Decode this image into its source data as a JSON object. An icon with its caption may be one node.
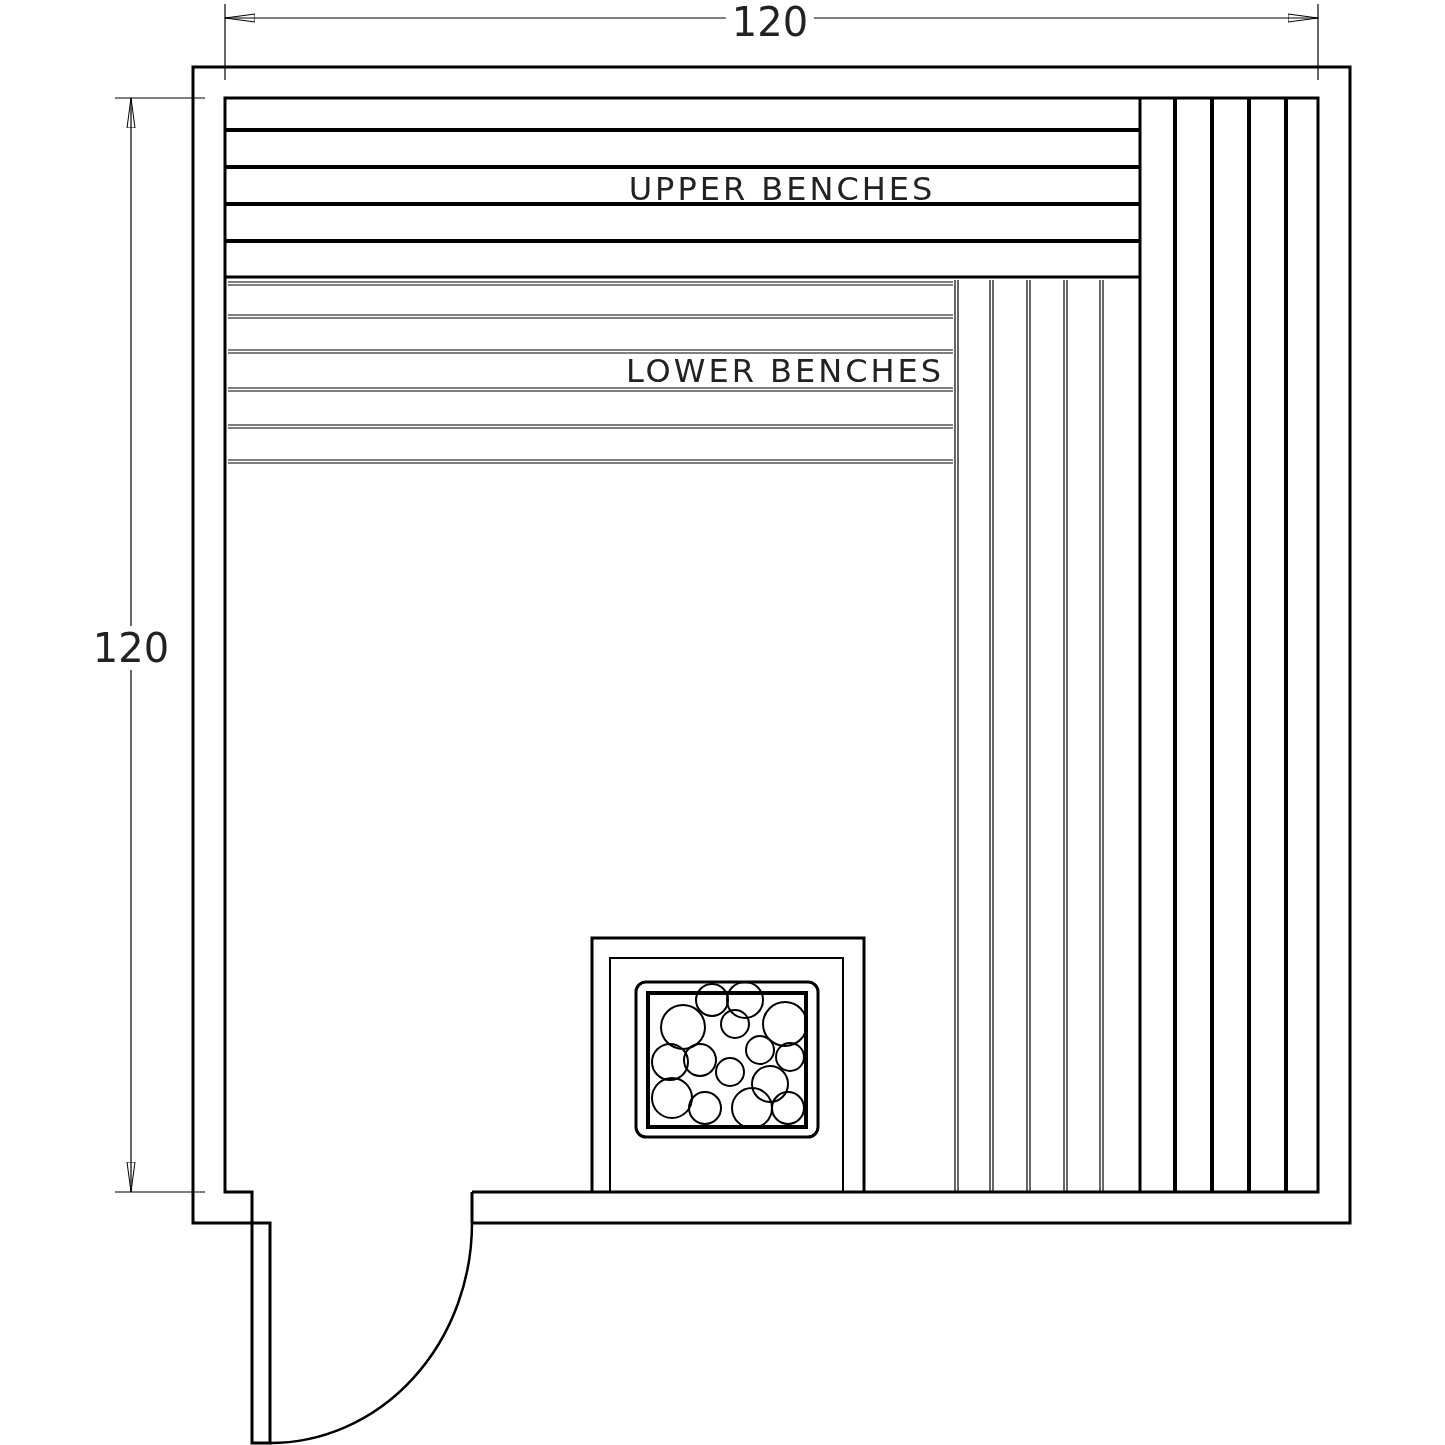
{
  "diagram": {
    "labels": [
      "120",
      "UPPER BENCHES",
      "LOWER BENCHES",
      "120"
    ]
  }
}
